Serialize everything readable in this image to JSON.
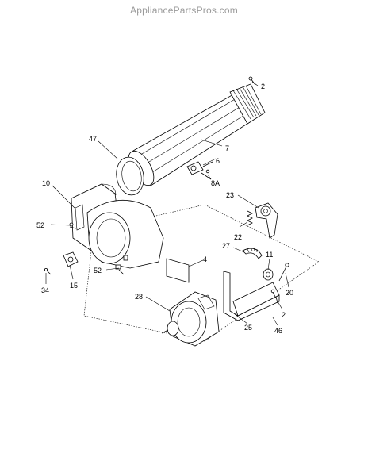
{
  "site": {
    "title": "AppliancePartsPros.com"
  },
  "callouts": [
    "2",
    "6",
    "7",
    "8A",
    "47",
    "10",
    "23",
    "52",
    "22",
    "27",
    "4",
    "11",
    "15",
    "34",
    "52",
    "20",
    "28",
    "2",
    "25",
    "46"
  ]
}
